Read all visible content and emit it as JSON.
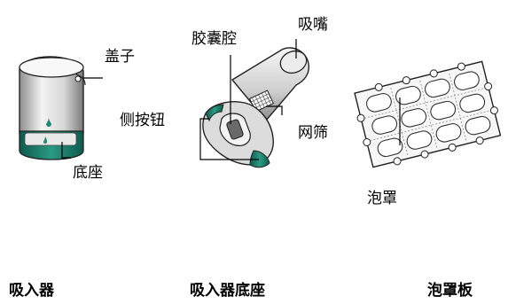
{
  "labels": {
    "cap": "盖子",
    "base": "底座",
    "side_buttons": "侧按钮",
    "capsule_chamber": "胶囊腔",
    "mouthpiece": "吸嘴",
    "mesh": "网筛",
    "blister": "泡罩"
  },
  "captions": {
    "inhaler": "吸入器",
    "inhaler_base": "吸入器底座",
    "blister_card": "泡罩板"
  },
  "colors": {
    "teal": "#1e7a6a",
    "body_light": "#f2f2f2",
    "body_shade": "#9a9a9a",
    "outline": "#222222"
  }
}
